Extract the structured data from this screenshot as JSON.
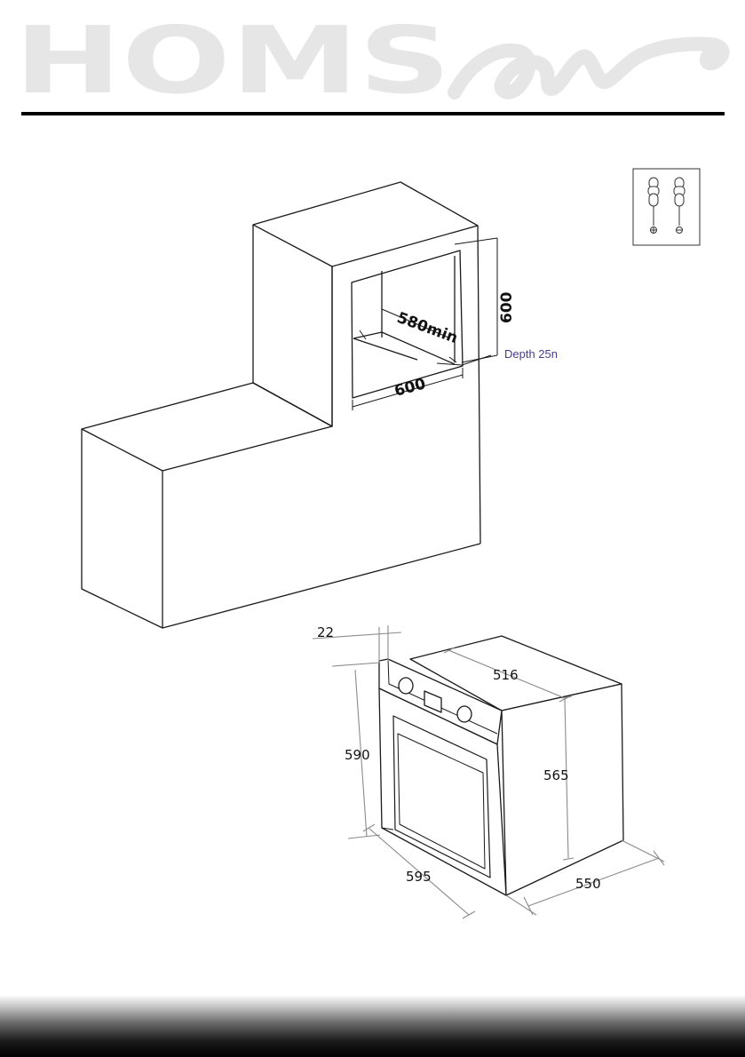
{
  "brand": {
    "logo_text": "HOMS",
    "logo_script": "air",
    "logo_color": "#e6e6e6"
  },
  "tools": {
    "icons": [
      "phillips-screwdriver-icon",
      "flathead-screwdriver-icon"
    ]
  },
  "cabinet": {
    "height_label": "600",
    "width_label": "600",
    "depth_label": "580min",
    "clearance_label": "Depth 25n"
  },
  "oven": {
    "panel_thickness": "22",
    "top_depth": "516",
    "front_height": "590",
    "body_height": "565",
    "front_width": "595",
    "body_depth": "550"
  },
  "colors": {
    "line": "#1a1a1a",
    "dimension": "#8a8a8a",
    "clearance_text": "#4a3a8c"
  }
}
